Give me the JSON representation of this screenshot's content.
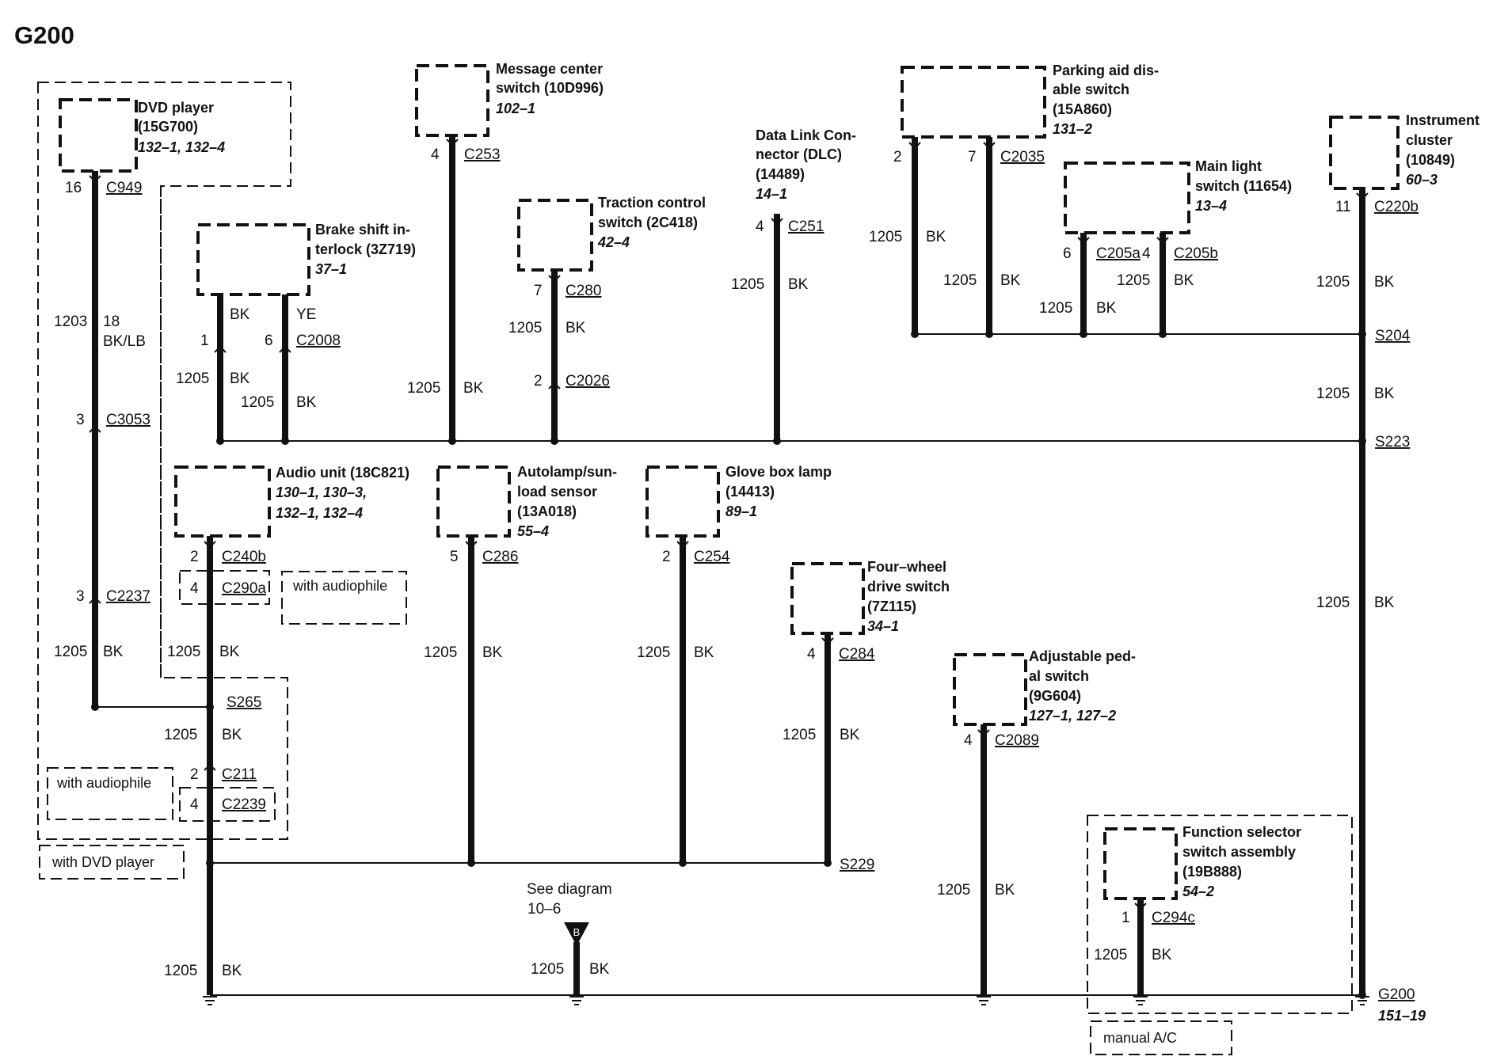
{
  "page": {
    "title": "G200"
  },
  "components": {
    "dvd": {
      "name1": "DVD player",
      "name2": "(15G700)",
      "ref": "132–1, 132–4"
    },
    "msg": {
      "name1": "Message center",
      "name2": "switch (10D996)",
      "ref": "102–1"
    },
    "dlc": {
      "name1": "Data Link Con-",
      "name2": "nector (DLC)",
      "name3": "(14489)",
      "ref": "14–1"
    },
    "park": {
      "name1": "Parking aid dis-",
      "name2": "able switch",
      "name3": "(15A860)",
      "ref": "131–2"
    },
    "ic": {
      "name1": "Instrument",
      "name2": "cluster",
      "name3": "(10849)",
      "ref": "60–3"
    },
    "brake": {
      "name1": "Brake shift in-",
      "name2": "terlock (3Z719)",
      "ref": "37–1"
    },
    "tcs": {
      "name1": "Traction control",
      "name2": "switch (2C418)",
      "ref": "42–4"
    },
    "mls": {
      "name1": "Main light",
      "name2": "switch (11654)",
      "ref": "13–4"
    },
    "audio": {
      "name1": "Audio unit (18C821)",
      "name2": "130–1, 130–3,",
      "ref": "132–1, 132–4"
    },
    "auto": {
      "name1": "Autolamp/sun-",
      "name2": "load sensor",
      "name3": "(13A018)",
      "ref": "55–4"
    },
    "glove": {
      "name1": "Glove box lamp",
      "name2": "(14413)",
      "ref": "89–1"
    },
    "fwd": {
      "name1": "Four–wheel",
      "name2": "drive switch",
      "name3": "(7Z115)",
      "ref": "34–1"
    },
    "adj": {
      "name1": "Adjustable ped-",
      "name2": "al switch",
      "name3": "(9G604)",
      "ref": "127–1, 127–2"
    },
    "fsa": {
      "name1": "Function selector",
      "name2": "switch assembly",
      "name3": "(19B888)",
      "ref": "54–2"
    }
  },
  "pins": {
    "p16": "16",
    "p4a": "4",
    "p2a": "2",
    "p7a": "7",
    "p11": "11",
    "p6a": "6",
    "p4b": "4",
    "p1b": "1",
    "p6b": "6",
    "p7b": "7",
    "p2b": "2",
    "p4c": "4",
    "p3a": "3",
    "p3b": "3",
    "p2c": "2",
    "p4d": "4",
    "p5": "5",
    "p2d": "2",
    "p4e": "4",
    "p2e": "2",
    "p4f": "4",
    "p4g": "4",
    "p1c": "1"
  },
  "connectors": {
    "C949": "C949",
    "C253": "C253",
    "C251": "C251",
    "C2035": "C2035",
    "C220b": "C220b",
    "C205a": "C205a",
    "C205b": "C205b",
    "C2008": "C2008",
    "C280": "C280",
    "C2026": "C2026",
    "C3053": "C3053",
    "C2237": "C2237",
    "C240b": "C240b",
    "C290a": "C290a",
    "C286": "C286",
    "C254": "C254",
    "C284": "C284",
    "C2089": "C2089",
    "C211": "C211",
    "C2239": "C2239",
    "C294c": "C294c"
  },
  "splices": {
    "S204": "S204",
    "S223": "S223",
    "S265": "S265",
    "S229": "S229"
  },
  "ground": {
    "name": "G200",
    "ref": "151–19"
  },
  "wires": {
    "circuit": "1205",
    "color": "BK",
    "dvd_circuit": "1203",
    "dvd_gauge": "18",
    "dvd_color": "BK/LB",
    "ye_color": "YE"
  },
  "conditions": {
    "with_audiophile": "with audiophile",
    "with_dvd": "with DVD player",
    "manual_ac": "manual A/C"
  },
  "see_diagram": {
    "line1": "See diagram",
    "line2": "10–6",
    "marker": "B"
  }
}
